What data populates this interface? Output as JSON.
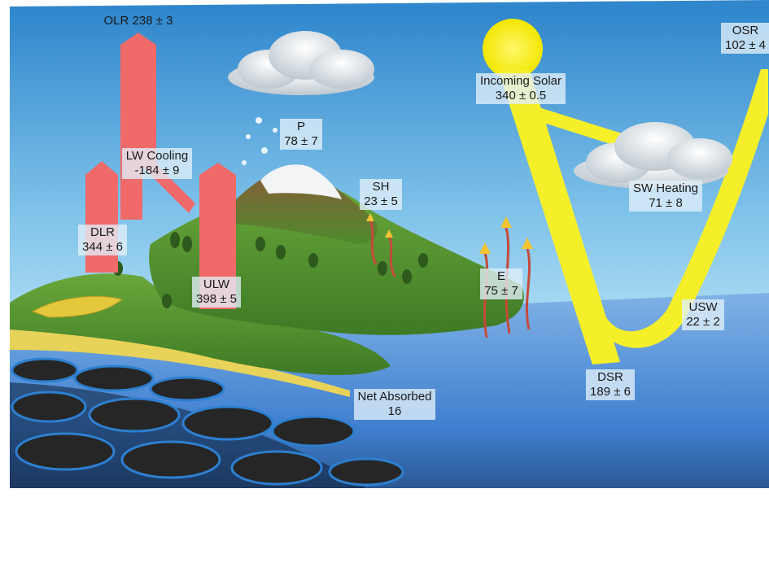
{
  "flows": {
    "olr": {
      "label": "OLR",
      "value": "238 ± 3"
    },
    "osr": {
      "label": "OSR",
      "value": "102 ± 4"
    },
    "incoming_solar": {
      "label": "Incoming Solar",
      "value": "340 ± 0.5"
    },
    "lw_cooling": {
      "label": "LW Cooling",
      "value": "-184 ± 9"
    },
    "precipitation": {
      "label": "P",
      "value": "78 ± 7"
    },
    "sensible_heat": {
      "label": "SH",
      "value": "23 ± 5"
    },
    "sw_heating": {
      "label": "SW Heating",
      "value": "71 ± 8"
    },
    "dlr": {
      "label": "DLR",
      "value": "344 ± 6"
    },
    "ulw": {
      "label": "ULW",
      "value": "398 ± 5"
    },
    "evaporation": {
      "label": "E",
      "value": "75 ± 7"
    },
    "usw": {
      "label": "USW",
      "value": "22 ± 2"
    },
    "dsr": {
      "label": "DSR",
      "value": "189 ± 6"
    },
    "net_absorbed": {
      "label": "Net Absorbed",
      "value": "16"
    }
  },
  "colors": {
    "sky_top": "#3a8fd0",
    "sky_bottom": "#9dd3ef",
    "longwave_arrow": "#f06a6a",
    "shortwave_arrow": "#f5ef2a",
    "land": "#4f8f2e",
    "ocean": "#4f8fd6",
    "sand": "#e8d35a",
    "rock": "#2a2a2a"
  }
}
